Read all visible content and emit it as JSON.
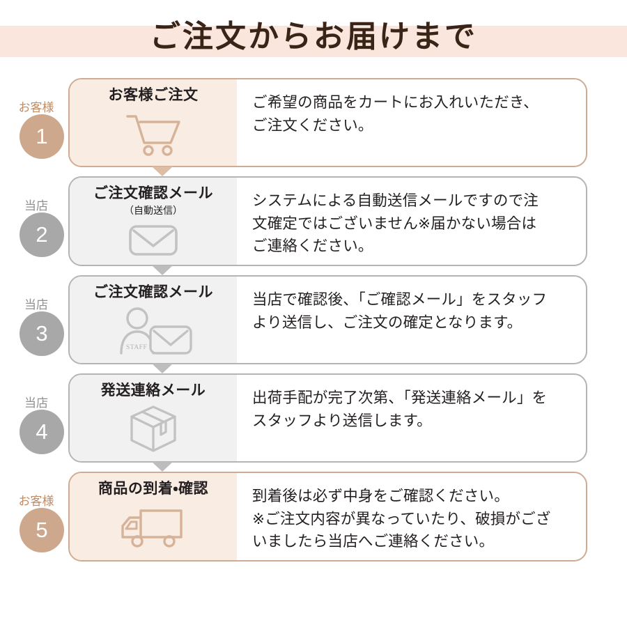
{
  "page": {
    "title": "ご注文からお届けまで",
    "band_color": "#fae6dc",
    "title_color": "#3a2317"
  },
  "theme": {
    "warm_circle": "#cda88c",
    "warm_panel": "#f9ece3",
    "warm_border": "#ceab92",
    "warm_label": "#c08a63",
    "cool_circle": "#a8a8a8",
    "cool_panel": "#f1f1f1",
    "cool_border": "#b4b4b4",
    "cool_label": "#8f8f8f",
    "text": "#231f20"
  },
  "steps": [
    {
      "number": "1",
      "actor": "お客様",
      "tone": "warm",
      "title": "お客様ご注文",
      "subtitle": "",
      "icon": "shopping-cart-icon",
      "description": "ご希望の商品をカートにお入れいただき、\nご注文ください。"
    },
    {
      "number": "2",
      "actor": "当店",
      "tone": "cool",
      "title": "ご注文確認メール",
      "subtitle": "（自動送信）",
      "icon": "envelope-icon",
      "description": "システムによる自動送信メールですので注\n文確定ではございません※届かない場合は\nご連絡ください。"
    },
    {
      "number": "3",
      "actor": "当店",
      "tone": "cool",
      "title": "ご注文確認メール",
      "subtitle": "",
      "icon": "staff-envelope-icon",
      "icon_badge": "STAFF",
      "description": "当店で確認後、「ご確認メール」をスタッフ\nより送信し、ご注文の確定となります。"
    },
    {
      "number": "4",
      "actor": "当店",
      "tone": "cool",
      "title": "発送連絡メール",
      "subtitle": "",
      "icon": "package-box-icon",
      "description": "出荷手配が完了次第、「発送連絡メール」を\nスタッフより送信します。"
    },
    {
      "number": "5",
      "actor": "お客様",
      "tone": "warm",
      "title": "商品の到着・確認",
      "subtitle": "",
      "icon": "delivery-truck-icon",
      "description": "到着後は必ず中身をご確認ください。\n※ご注文内容が異なっていたり、破損がござ\nいましたら当店へご連絡ください。"
    }
  ]
}
